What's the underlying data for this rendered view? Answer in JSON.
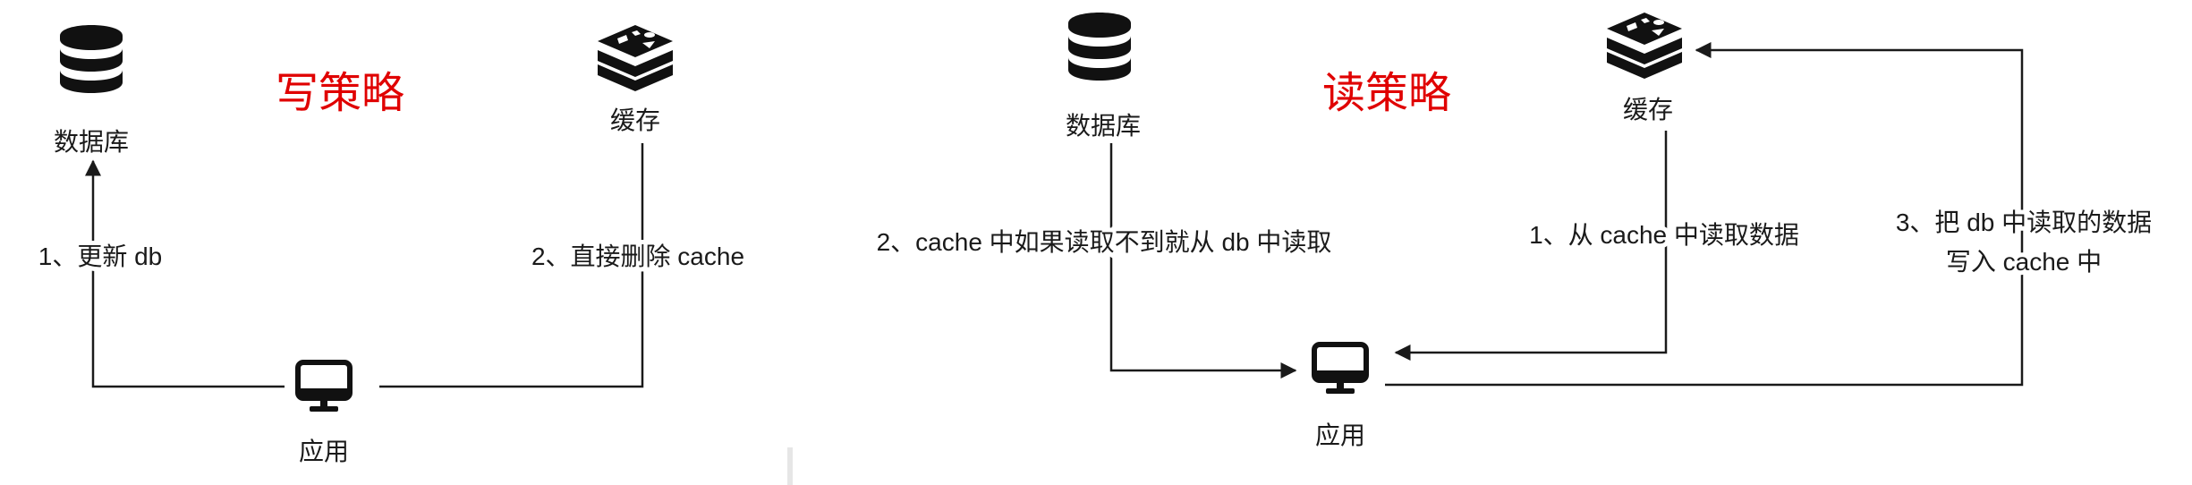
{
  "colors": {
    "line": "#1a1a1a",
    "title": "#e00000",
    "icon": "#111111"
  },
  "write_panel": {
    "title": "写策略",
    "database_label": "数据库",
    "cache_label": "缓存",
    "app_label": "应用",
    "edge_to_db_label": "1、更新 db",
    "edge_delete_cache_label": "2、直接删除 cache"
  },
  "read_panel": {
    "title": "读策略",
    "database_label": "数据库",
    "cache_label": "缓存",
    "app_label": "应用",
    "edge_db_read_label": "2、cache 中如果读取不到就从 db 中读取",
    "edge_cache_read_label": "1、从 cache 中读取数据",
    "edge_write_back_label_line1": "3、把 db 中读取的数据",
    "edge_write_back_label_line2": "写入 cache 中"
  },
  "icons": {
    "database": "database-icon",
    "cache": "redis-cache-icon",
    "app": "monitor-icon"
  }
}
